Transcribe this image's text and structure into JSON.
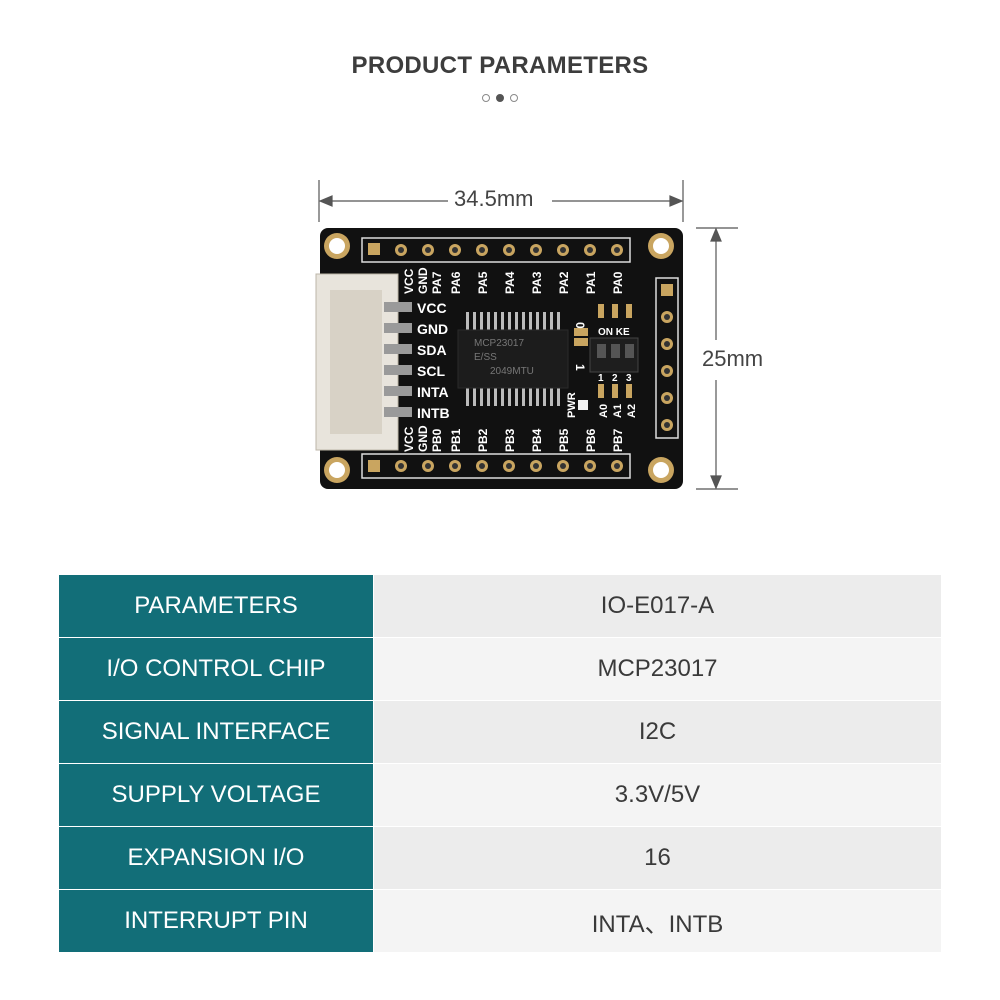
{
  "header": {
    "title": "PRODUCT PARAMETERS",
    "pager": {
      "count": 3,
      "active_index": 1
    }
  },
  "figure": {
    "width_label": "34.5mm",
    "height_label": "25mm",
    "board": {
      "top_pins": [
        "PA7",
        "PA6",
        "PA5",
        "PA4",
        "PA3",
        "PA2",
        "PA1",
        "PA0"
      ],
      "top_left_pins": [
        "VCC",
        "GND"
      ],
      "bottom_pins": [
        "PB0",
        "PB1",
        "PB2",
        "PB3",
        "PB4",
        "PB5",
        "PB6",
        "PB7"
      ],
      "bottom_left_pins": [
        "VCC",
        "GND"
      ],
      "connector_pins": [
        "VCC",
        "GND",
        "SDA",
        "SCL",
        "INTA",
        "INTB"
      ],
      "chip_lines": [
        "MCP23017",
        "E/SS",
        "2049MTU"
      ],
      "switch_label": "ON KE",
      "switch_numbers": [
        "1",
        "2",
        "3"
      ],
      "switch_states": [
        "0",
        "1"
      ],
      "address_pins": [
        "A0",
        "A1",
        "A2"
      ],
      "power_led": "PWR"
    }
  },
  "parameters": {
    "rows": [
      {
        "key": "PARAMETERS",
        "value": "IO-E017-A"
      },
      {
        "key": "I/O CONTROL CHIP",
        "value": "MCP23017"
      },
      {
        "key": "SIGNAL INTERFACE",
        "value": "I2C"
      },
      {
        "key": "SUPPLY VOLTAGE",
        "value": "3.3V/5V"
      },
      {
        "key": "EXPANSION I/O",
        "value": "16"
      },
      {
        "key": "INTERRUPT PIN",
        "value": "INTA、INTB"
      }
    ]
  },
  "colors": {
    "table_key_bg": "#126e78",
    "table_value_bg": "#ececec",
    "pcb_black": "#111111",
    "connector_white": "#e8e4dc"
  }
}
